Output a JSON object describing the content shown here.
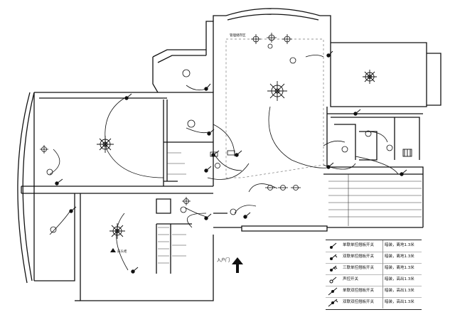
{
  "labels": {
    "top_room": "管理储存区",
    "entrance": "入户门",
    "bed_note": "床头柜"
  },
  "legend": [
    {
      "symbol": "single-switch-icon",
      "name": "单联单控翘板开关",
      "install": "暗装，离地1.3米"
    },
    {
      "symbol": "double-switch-icon",
      "name": "双联单控翘板开关",
      "install": "暗装，离地1.3米"
    },
    {
      "symbol": "triple-switch-icon",
      "name": "三联单控翘板开关",
      "install": "暗装，离地1.3米"
    },
    {
      "symbol": "sound-switch-icon",
      "name": "声控开关",
      "install": "暗装，高出1.3米"
    },
    {
      "symbol": "single-dual-control-icon",
      "name": "单联双控翘板开关",
      "install": "暗装，高出1.3米"
    },
    {
      "symbol": "double-dual-control-icon",
      "name": "双联双控翘板开关",
      "install": "暗装，高出1.3米"
    }
  ]
}
